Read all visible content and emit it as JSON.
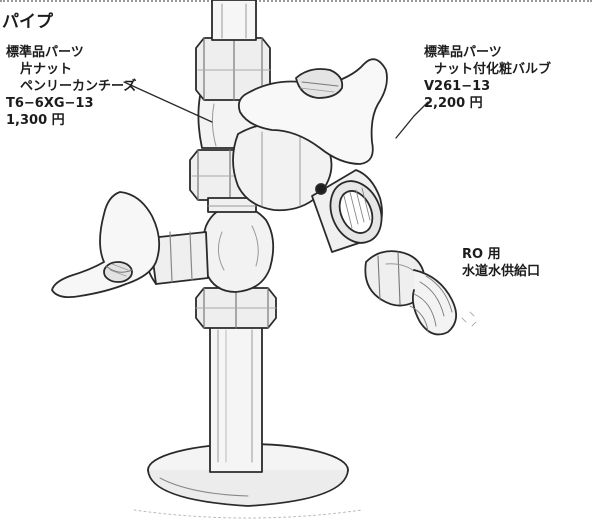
{
  "title": "パイプ",
  "left_callout": {
    "line1": "標準品パーツ",
    "line2": "片ナット",
    "line3": "ペンリーカンチーズ",
    "line4": "T6−6XG−13",
    "line5": "1,300 円"
  },
  "right_callout": {
    "line1": "標準品パーツ",
    "line2": "ナット付化粧バルブ",
    "line3": "V261−13",
    "line4": "2,200 円"
  },
  "ro_callout": {
    "line1": "RO 用",
    "line2": "水道水供給口"
  }
}
